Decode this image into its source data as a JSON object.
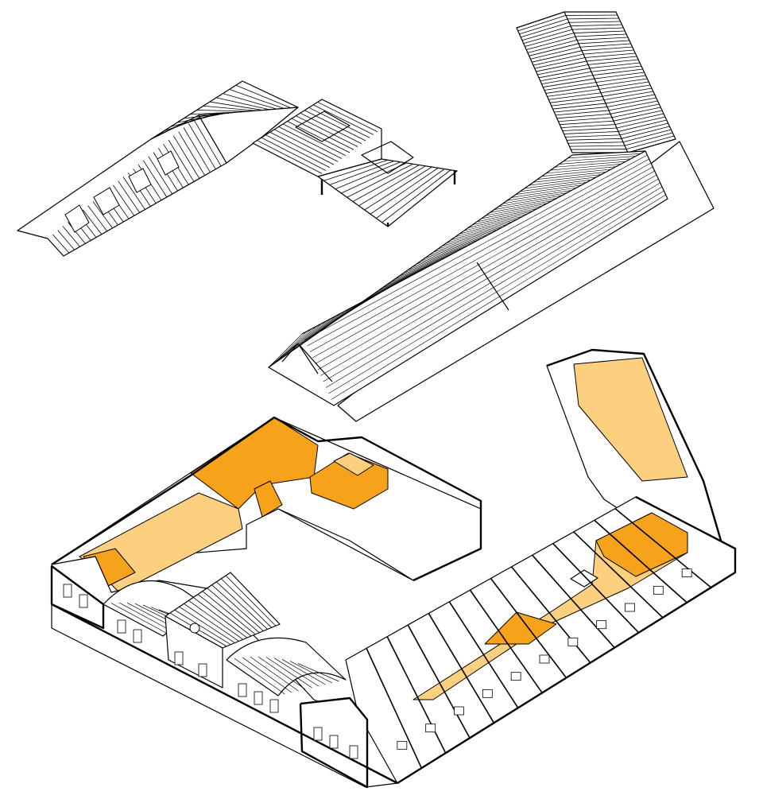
{
  "figure": {
    "kind": "exploded-axonometric",
    "colors": {
      "background": "#ffffff",
      "line": "#000000",
      "highlight": "#f7a21b",
      "highlight_light": "#fcd07e"
    },
    "parts": [
      {
        "name": "roof-left-wing",
        "level": "upper"
      },
      {
        "name": "roof-long-hall",
        "level": "upper"
      },
      {
        "name": "floor-plan-courtyard",
        "level": "ground"
      }
    ]
  }
}
